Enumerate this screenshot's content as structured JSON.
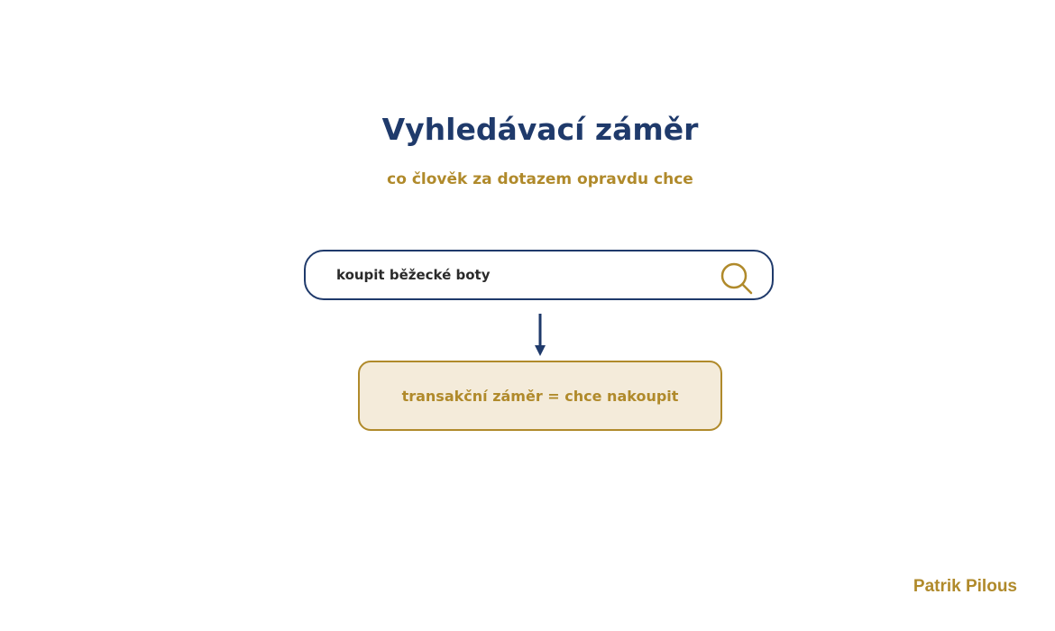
{
  "title": "Vyhledávací záměr",
  "subtitle": "co člověk za dotazem opravdu chce",
  "search": {
    "query": "koupit běžecké boty",
    "icon": "search-icon"
  },
  "arrow_icon": "arrow-down-icon",
  "intent": {
    "label": "transakční záměr = chce nakoupit"
  },
  "author": "Patrik Pilous",
  "colors": {
    "navy": "#1f3a6b",
    "gold": "#b08a2b",
    "intent_background": "#f4ebda"
  }
}
